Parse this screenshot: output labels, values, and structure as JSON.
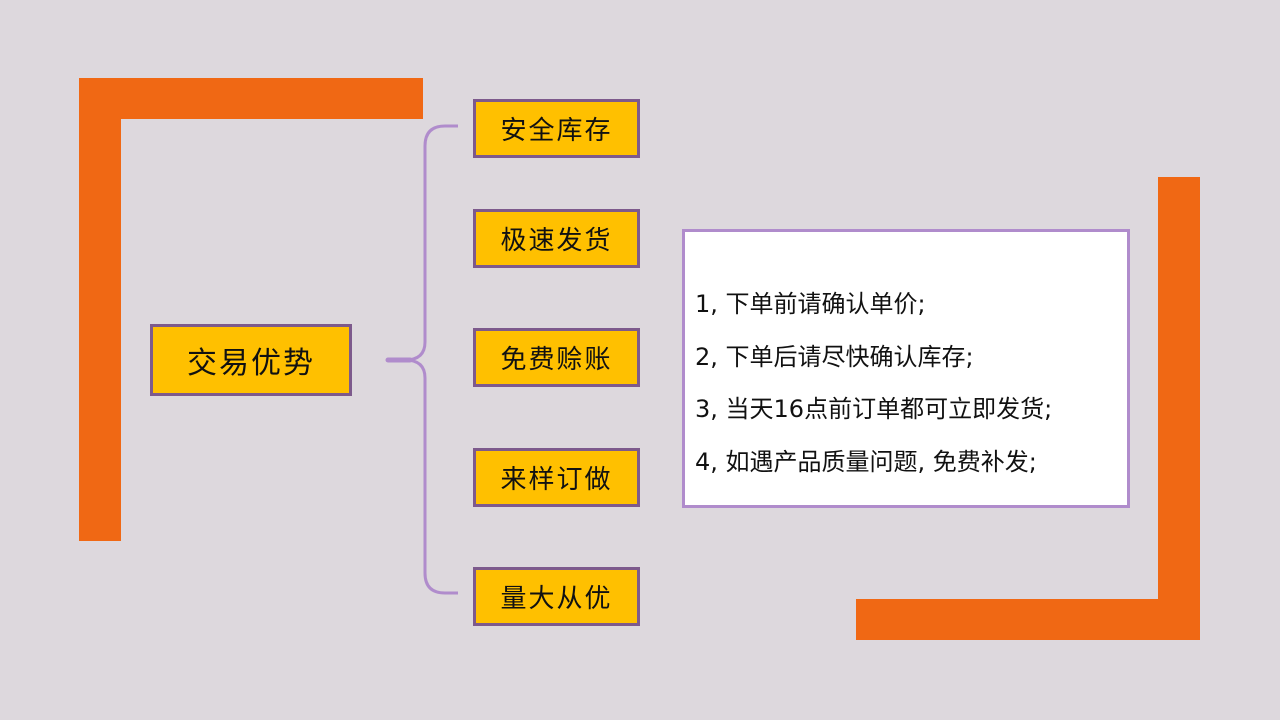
{
  "colors": {
    "accent": "#f06814",
    "box_fill": "#ffc000",
    "box_border": "#7d5a8c",
    "connector": "#b08ccc",
    "background": "#ddd8dd"
  },
  "root": {
    "label": "交易优势"
  },
  "items": [
    {
      "label": "安全库存"
    },
    {
      "label": "极速发货"
    },
    {
      "label": "免费赊账"
    },
    {
      "label": "来样订做"
    },
    {
      "label": "量大从优"
    }
  ],
  "notes": [
    "1, 下单前请确认单价;",
    "2, 下单后请尽快确认库存;",
    "3, 当天16点前订单都可立即发货;",
    "4, 如遇产品质量问题, 免费补发;"
  ]
}
